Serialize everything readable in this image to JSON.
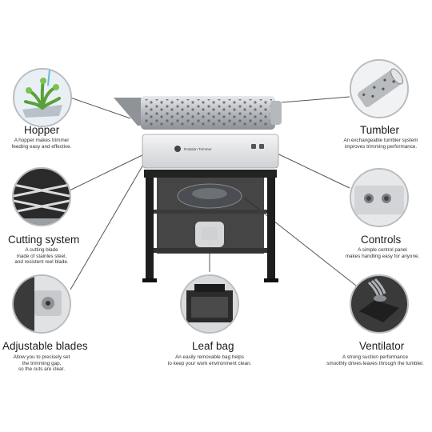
{
  "machine": {
    "brand_label": "Rotation Trimmer"
  },
  "callouts": {
    "hopper": {
      "title": "Hopper",
      "desc": [
        "A hopper makes trimmer",
        "feeding easy and effective."
      ]
    },
    "tumbler": {
      "title": "Tumbler",
      "desc": [
        "An exchangeable tumbler system",
        "improves trimming performance."
      ]
    },
    "cutting": {
      "title": "Cutting system",
      "desc": [
        "A cutting blade",
        "made of stainles steel,",
        "and resistent reel blade."
      ]
    },
    "controls": {
      "title": "Controls",
      "desc": [
        "A simple control panel",
        "makes handling easy for anyone."
      ]
    },
    "adjustable": {
      "title": "Adjustable blades",
      "desc": [
        "Allow you to precisely set",
        "the trimming gap,",
        "so the cuts are clear."
      ]
    },
    "leafbag": {
      "title": "Leaf bag",
      "desc": [
        "An easily removable bag helps",
        "to keep your work environment clean."
      ]
    },
    "ventilator": {
      "title": "Ventilator",
      "desc": [
        "A strong suction performance",
        "smoothly drives leaves through the tumbler."
      ]
    }
  },
  "icons": {
    "hopper": "plant-in-hopper-icon",
    "tumbler": "tumbler-drum-icon",
    "cutting": "cutting-blade-icon",
    "controls": "control-panel-icon",
    "adjustable": "adjustable-blade-icon",
    "leafbag": "leaf-bag-icon",
    "ventilator": "ventilator-icon"
  },
  "colors": {
    "circle_border": "#b9bcc0",
    "leader_line": "#555555",
    "steel": "#c8cbcf",
    "frame": "#1e1e1e"
  }
}
